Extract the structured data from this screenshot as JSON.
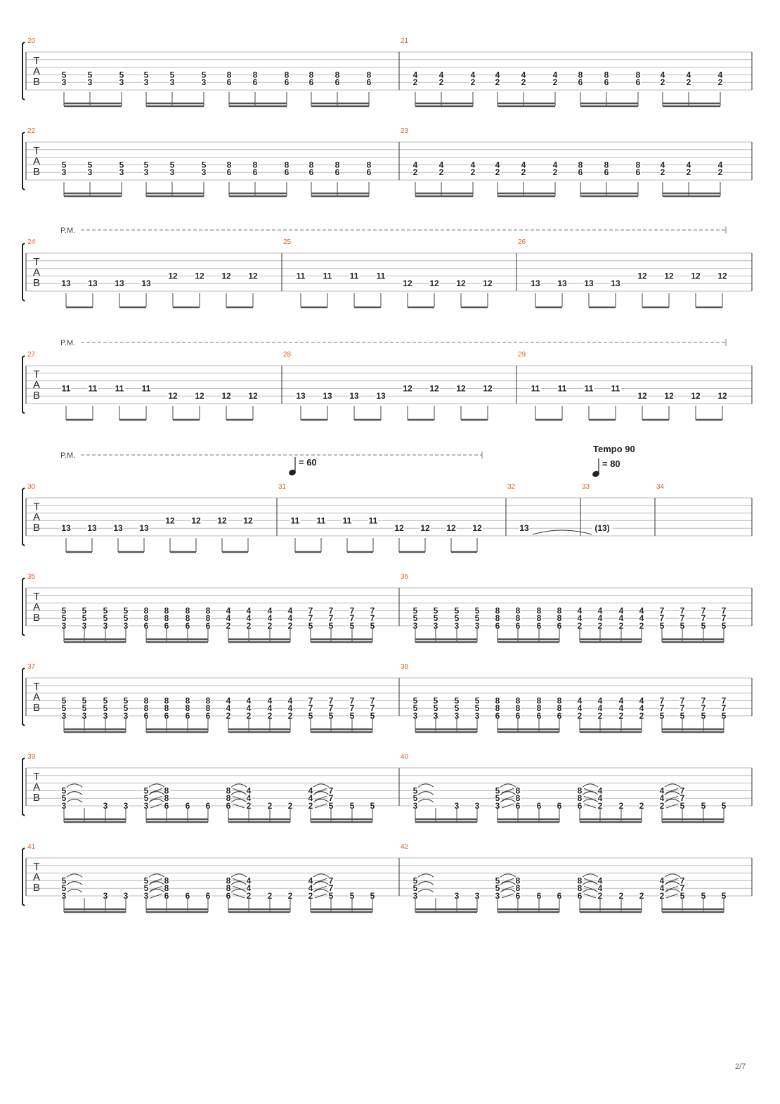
{
  "page_number": "2/7",
  "tab_label": [
    "T",
    "A",
    "B"
  ],
  "palm_mute_label": "P.M.",
  "tempo_label": "Tempo 90",
  "tempo_marks": {
    "m31": "= 60",
    "m33": "= 80"
  },
  "measures": {
    "20": {
      "groups": [
        [
          [
            "5",
            "3"
          ],
          [
            "5",
            "3"
          ],
          [
            "5",
            "3"
          ]
        ],
        [
          [
            "5",
            "3"
          ],
          [
            "5",
            "3"
          ],
          [
            "5",
            "3"
          ]
        ],
        [
          [
            "8",
            "6"
          ],
          [
            "8",
            "6"
          ],
          [
            "8",
            "6"
          ]
        ],
        [
          [
            "8",
            "6"
          ],
          [
            "8",
            "6"
          ],
          [
            "8",
            "6"
          ]
        ]
      ]
    },
    "21": {
      "groups": [
        [
          [
            "4",
            "2"
          ],
          [
            "4",
            "2"
          ],
          [
            "4",
            "2"
          ]
        ],
        [
          [
            "4",
            "2"
          ],
          [
            "4",
            "2"
          ],
          [
            "4",
            "2"
          ]
        ],
        [
          [
            "8",
            "6"
          ],
          [
            "8",
            "6"
          ],
          [
            "8",
            "6"
          ]
        ],
        [
          [
            "4",
            "2"
          ],
          [
            "4",
            "2"
          ],
          [
            "4",
            "2"
          ]
        ]
      ]
    },
    "22": {
      "groups": [
        [
          [
            "5",
            "3"
          ],
          [
            "5",
            "3"
          ],
          [
            "5",
            "3"
          ]
        ],
        [
          [
            "5",
            "3"
          ],
          [
            "5",
            "3"
          ],
          [
            "5",
            "3"
          ]
        ],
        [
          [
            "8",
            "6"
          ],
          [
            "8",
            "6"
          ],
          [
            "8",
            "6"
          ]
        ],
        [
          [
            "8",
            "6"
          ],
          [
            "8",
            "6"
          ],
          [
            "8",
            "6"
          ]
        ]
      ]
    },
    "23": {
      "groups": [
        [
          [
            "4",
            "2"
          ],
          [
            "4",
            "2"
          ],
          [
            "4",
            "2"
          ]
        ],
        [
          [
            "4",
            "2"
          ],
          [
            "4",
            "2"
          ],
          [
            "4",
            "2"
          ]
        ],
        [
          [
            "8",
            "6"
          ],
          [
            "8",
            "6"
          ],
          [
            "8",
            "6"
          ]
        ],
        [
          [
            "4",
            "2"
          ],
          [
            "4",
            "2"
          ],
          [
            "4",
            "2"
          ]
        ]
      ]
    },
    "24": {
      "notes": [
        [
          "13",
          5
        ],
        [
          "13",
          5
        ],
        [
          "13",
          5
        ],
        [
          "13",
          5
        ],
        [
          "12",
          4
        ],
        [
          "12",
          4
        ],
        [
          "12",
          4
        ],
        [
          "12",
          4
        ]
      ]
    },
    "25": {
      "notes": [
        [
          "11",
          4
        ],
        [
          "11",
          4
        ],
        [
          "11",
          4
        ],
        [
          "11",
          4
        ],
        [
          "12",
          5
        ],
        [
          "12",
          5
        ],
        [
          "12",
          5
        ],
        [
          "12",
          5
        ]
      ]
    },
    "26": {
      "notes": [
        [
          "13",
          5
        ],
        [
          "13",
          5
        ],
        [
          "13",
          5
        ],
        [
          "13",
          5
        ],
        [
          "12",
          4
        ],
        [
          "12",
          4
        ],
        [
          "12",
          4
        ],
        [
          "12",
          4
        ]
      ]
    },
    "27": {
      "notes": [
        [
          "11",
          4
        ],
        [
          "11",
          4
        ],
        [
          "11",
          4
        ],
        [
          "11",
          4
        ],
        [
          "12",
          5
        ],
        [
          "12",
          5
        ],
        [
          "12",
          5
        ],
        [
          "12",
          5
        ]
      ]
    },
    "28": {
      "notes": [
        [
          "13",
          5
        ],
        [
          "13",
          5
        ],
        [
          "13",
          5
        ],
        [
          "13",
          5
        ],
        [
          "12",
          4
        ],
        [
          "12",
          4
        ],
        [
          "12",
          4
        ],
        [
          "12",
          4
        ]
      ]
    },
    "29": {
      "notes": [
        [
          "11",
          4
        ],
        [
          "11",
          4
        ],
        [
          "11",
          4
        ],
        [
          "11",
          4
        ],
        [
          "12",
          5
        ],
        [
          "12",
          5
        ],
        [
          "12",
          5
        ],
        [
          "12",
          5
        ]
      ]
    },
    "30": {
      "notes": [
        [
          "13",
          5
        ],
        [
          "13",
          5
        ],
        [
          "13",
          5
        ],
        [
          "13",
          5
        ],
        [
          "12",
          4
        ],
        [
          "12",
          4
        ],
        [
          "12",
          4
        ],
        [
          "12",
          4
        ]
      ]
    },
    "31": {
      "notes": [
        [
          "11",
          4
        ],
        [
          "11",
          4
        ],
        [
          "11",
          4
        ],
        [
          "11",
          4
        ],
        [
          "12",
          5
        ],
        [
          "12",
          5
        ],
        [
          "12",
          5
        ],
        [
          "12",
          5
        ]
      ]
    },
    "32": {
      "notes": [
        [
          "13",
          5
        ]
      ]
    },
    "33": {
      "notes": [
        [
          "(13)",
          5
        ]
      ]
    },
    "34": {
      "notes": []
    },
    "35": {
      "groups": [
        [
          "5",
          "5",
          "3"
        ],
        [
          "8",
          "8",
          "6"
        ],
        [
          "4",
          "4",
          "2"
        ],
        [
          "7",
          "7",
          "5"
        ]
      ]
    },
    "36": {
      "groups": [
        [
          "5",
          "5",
          "3"
        ],
        [
          "8",
          "8",
          "6"
        ],
        [
          "4",
          "4",
          "2"
        ],
        [
          "7",
          "7",
          "5"
        ]
      ]
    },
    "37": {
      "groups": [
        [
          "5",
          "5",
          "3"
        ],
        [
          "8",
          "8",
          "6"
        ],
        [
          "4",
          "4",
          "2"
        ],
        [
          "7",
          "7",
          "5"
        ]
      ]
    },
    "38": {
      "groups": [
        [
          "5",
          "5",
          "3"
        ],
        [
          "8",
          "8",
          "6"
        ],
        [
          "4",
          "4",
          "2"
        ],
        [
          "7",
          "7",
          "5"
        ]
      ]
    },
    "39": {
      "groups": [
        {
          "a": [
            "5",
            "5",
            "3"
          ],
          "b": "",
          "low": "3"
        },
        {
          "a": [
            "5",
            "5",
            "3"
          ],
          "b": [
            "8",
            "8",
            "6"
          ],
          "low": "6"
        },
        {
          "a": [
            "8",
            "8",
            "6"
          ],
          "b": [
            "4",
            "4",
            "2"
          ],
          "low": "2"
        },
        {
          "a": [
            "4",
            "4",
            "2"
          ],
          "b": [
            "7",
            "7",
            "5"
          ],
          "low": "5"
        }
      ]
    },
    "40": {
      "groups": [
        {
          "a": [
            "5",
            "5",
            "3"
          ],
          "b": "",
          "low": "3"
        },
        {
          "a": [
            "5",
            "5",
            "3"
          ],
          "b": [
            "8",
            "8",
            "6"
          ],
          "low": "6"
        },
        {
          "a": [
            "8",
            "8",
            "6"
          ],
          "b": [
            "4",
            "4",
            "2"
          ],
          "low": "2"
        },
        {
          "a": [
            "4",
            "4",
            "2"
          ],
          "b": [
            "7",
            "7",
            "5"
          ],
          "low": "5"
        }
      ]
    },
    "41": {
      "groups": [
        {
          "a": [
            "5",
            "5",
            "3"
          ],
          "b": "",
          "low": "3"
        },
        {
          "a": [
            "5",
            "5",
            "3"
          ],
          "b": [
            "8",
            "8",
            "6"
          ],
          "low": "6"
        },
        {
          "a": [
            "8",
            "8",
            "6"
          ],
          "b": [
            "4",
            "4",
            "2"
          ],
          "low": "2"
        },
        {
          "a": [
            "4",
            "4",
            "2"
          ],
          "b": [
            "7",
            "7",
            "5"
          ],
          "low": "5"
        }
      ]
    },
    "42": {
      "groups": [
        {
          "a": [
            "5",
            "5",
            "3"
          ],
          "b": "",
          "low": "3"
        },
        {
          "a": [
            "5",
            "5",
            "3"
          ],
          "b": [
            "8",
            "8",
            "6"
          ],
          "low": "6"
        },
        {
          "a": [
            "8",
            "8",
            "6"
          ],
          "b": [
            "4",
            "4",
            "2"
          ],
          "low": "2"
        },
        {
          "a": [
            "4",
            "4",
            "2"
          ],
          "b": [
            "7",
            "7",
            "5"
          ],
          "low": "5"
        }
      ]
    }
  }
}
